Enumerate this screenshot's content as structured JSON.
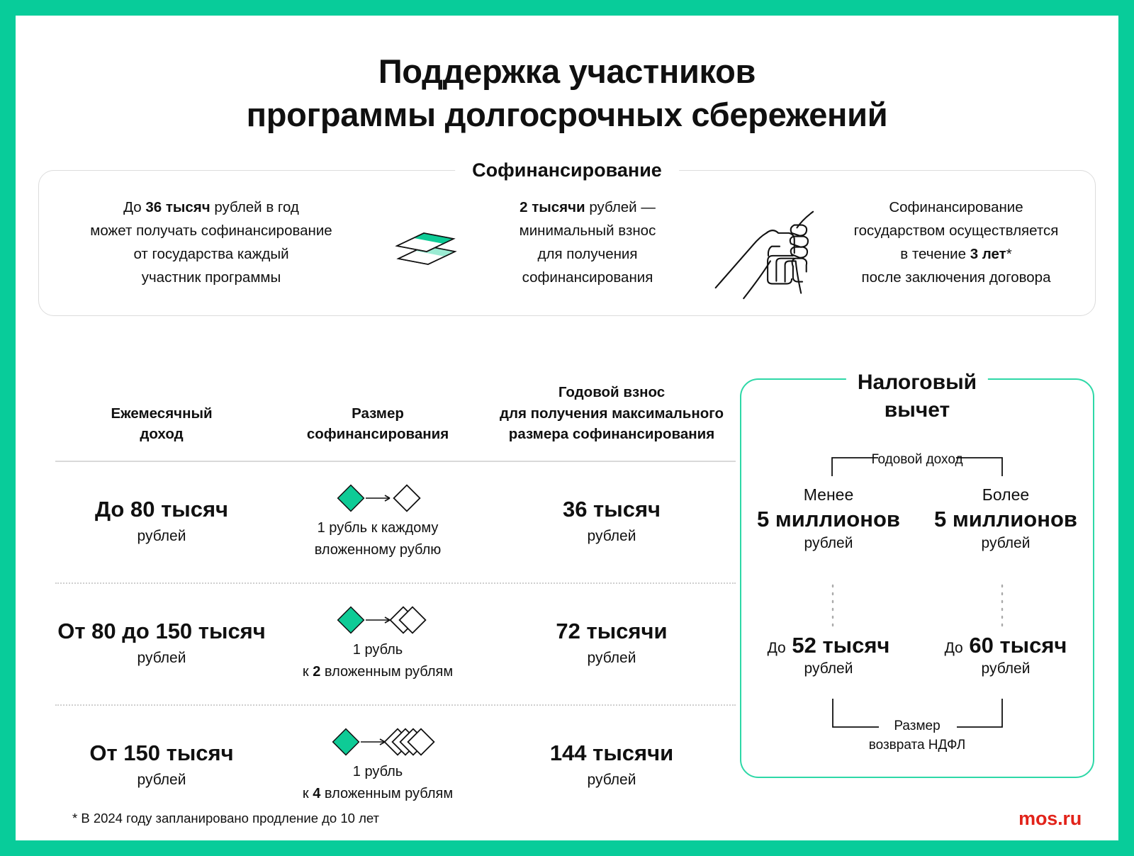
{
  "colors": {
    "frame_green": "#08CC9A",
    "accent_green": "#0ECB96",
    "panel_border_green": "#2ED8A7",
    "panel_border_gray": "#dcdcdc",
    "text": "#101010",
    "logo_red": "#E2231A"
  },
  "title": "Поддержка участников\nпрограммы долгосрочных сбережений",
  "title_line1": "Поддержка участников",
  "title_line2": "программы долгосрочных сбережений",
  "cofinancing": {
    "legend": "Софинансирование",
    "items": [
      {
        "id": "max-amount",
        "lines": [
          "До <b>36 тысяч</b> рублей в год",
          "может получать софинансирование",
          "от государства каждый",
          "участник программы"
        ],
        "text": "До 36 тысяч рублей в год может получать софинансирование от государства каждый участник программы"
      },
      {
        "id": "min-contribution",
        "lines": [
          "<b>2 тысячи</b> рублей —",
          "минимальный взнос",
          "для получения",
          "софинансирования"
        ],
        "text": "2 тысячи рублей — минимальный взнос для получения софинансирования"
      },
      {
        "id": "duration",
        "lines": [
          "Софинансирование",
          "государством осуществляется",
          "в течение <b>3 лет</b>*",
          "после заключения договора"
        ],
        "text": "Софинансирование государством осуществляется в течение 3 лет* после заключения договора"
      }
    ],
    "icons": [
      "stacked-sheets-icon",
      "helping-hands-icon"
    ]
  },
  "table": {
    "headers": [
      {
        "id": "income",
        "lines": [
          "Ежемесячный",
          "доход"
        ]
      },
      {
        "id": "rate",
        "lines": [
          "Размер",
          "софинансирования"
        ]
      },
      {
        "id": "annual",
        "lines": [
          "Годовой взнос",
          "для получения максимального",
          "размера софинансирования"
        ]
      }
    ],
    "rows": [
      {
        "income_main": "До <b>80 тысяч</b>",
        "income_prefix": "До",
        "income_value": "80 тысяч",
        "income_sub": "рублей",
        "ratio_diamonds": 1,
        "ratio_lines": [
          "1 рубль к каждому",
          "вложенному рублю"
        ],
        "ratio_text": "1 рубль к каждому вложенному рублю",
        "annual_value": "36 тысяч",
        "annual_sub": "рублей"
      },
      {
        "income_main": "От <b>80</b> до <b>150 тысяч</b>",
        "income_prefix": "От",
        "income_value": "80 до 150 тысяч",
        "income_sub": "рублей",
        "ratio_diamonds": 2,
        "ratio_lines": [
          "1 рубль",
          "к <b>2</b> вложенным рублям"
        ],
        "ratio_text": "1 рубль к 2 вложенным рублям",
        "annual_value": "72 тысячи",
        "annual_sub": "рублей"
      },
      {
        "income_main": "От <b>150 тысяч</b>",
        "income_prefix": "От",
        "income_value": "150 тысяч",
        "income_sub": "рублей",
        "ratio_diamonds": 4,
        "ratio_lines": [
          "1 рубль",
          "к <b>4</b> вложенным рублям"
        ],
        "ratio_text": "1 рубль к 4 вложенным рублям",
        "annual_value": "144 тысячи",
        "annual_sub": "рублей"
      }
    ]
  },
  "tax": {
    "legend_line1": "Налоговый",
    "legend_line2": "вычет",
    "top_brace_label": "Годовой доход",
    "bottom_brace_line1": "Размер",
    "bottom_brace_line2": "возврата НДФЛ",
    "columns": [
      {
        "id": "less-than-5m",
        "lead": "Менее",
        "amount": "5 миллионов",
        "unit": "рублей",
        "refund_prefix": "До",
        "refund_value": "52 тысяч",
        "refund_unit": "рублей"
      },
      {
        "id": "more-than-5m",
        "lead": "Более",
        "amount": "5 миллионов",
        "unit": "рублей",
        "refund_prefix": "До",
        "refund_value": "60 тысяч",
        "refund_unit": "рублей"
      }
    ]
  },
  "footer": {
    "footnote": "* В 2024 году запланировано продление до 10 лет",
    "logo": "mos.ru"
  },
  "chart_data": {
    "type": "table",
    "title": "Поддержка участников программы долгосрочных сбережений",
    "columns": [
      "Ежемесячный доход",
      "Размер софинансирования",
      "Годовой взнос для получения максимального размера софинансирования"
    ],
    "rows": [
      [
        "До 80 тысяч рублей",
        "1 рубль к каждому вложенному рублю",
        "36 тысяч рублей"
      ],
      [
        "От 80 до 150 тысяч рублей",
        "1 рубль к 2 вложенным рублям",
        "72 тысячи рублей"
      ],
      [
        "От 150 тысяч рублей",
        "1 рубль к 4 вложенным рублям",
        "144 тысячи рублей"
      ]
    ],
    "annotations": [
      "До 36 тысяч рублей в год может получать софинансирование от государства каждый участник программы",
      "2 тысячи рублей — минимальный взнос для получения софинансирования",
      "Софинансирование государством осуществляется в течение 3 лет после заключения договора",
      "Налоговый вычет: годовой доход менее 5 миллионов рублей → до 52 тысяч рублей возврата НДФЛ",
      "Налоговый вычет: годовой доход более 5 миллионов рублей → до 60 тысяч рублей возврата НДФЛ",
      "* В 2024 году запланировано продление до 10 лет"
    ]
  }
}
